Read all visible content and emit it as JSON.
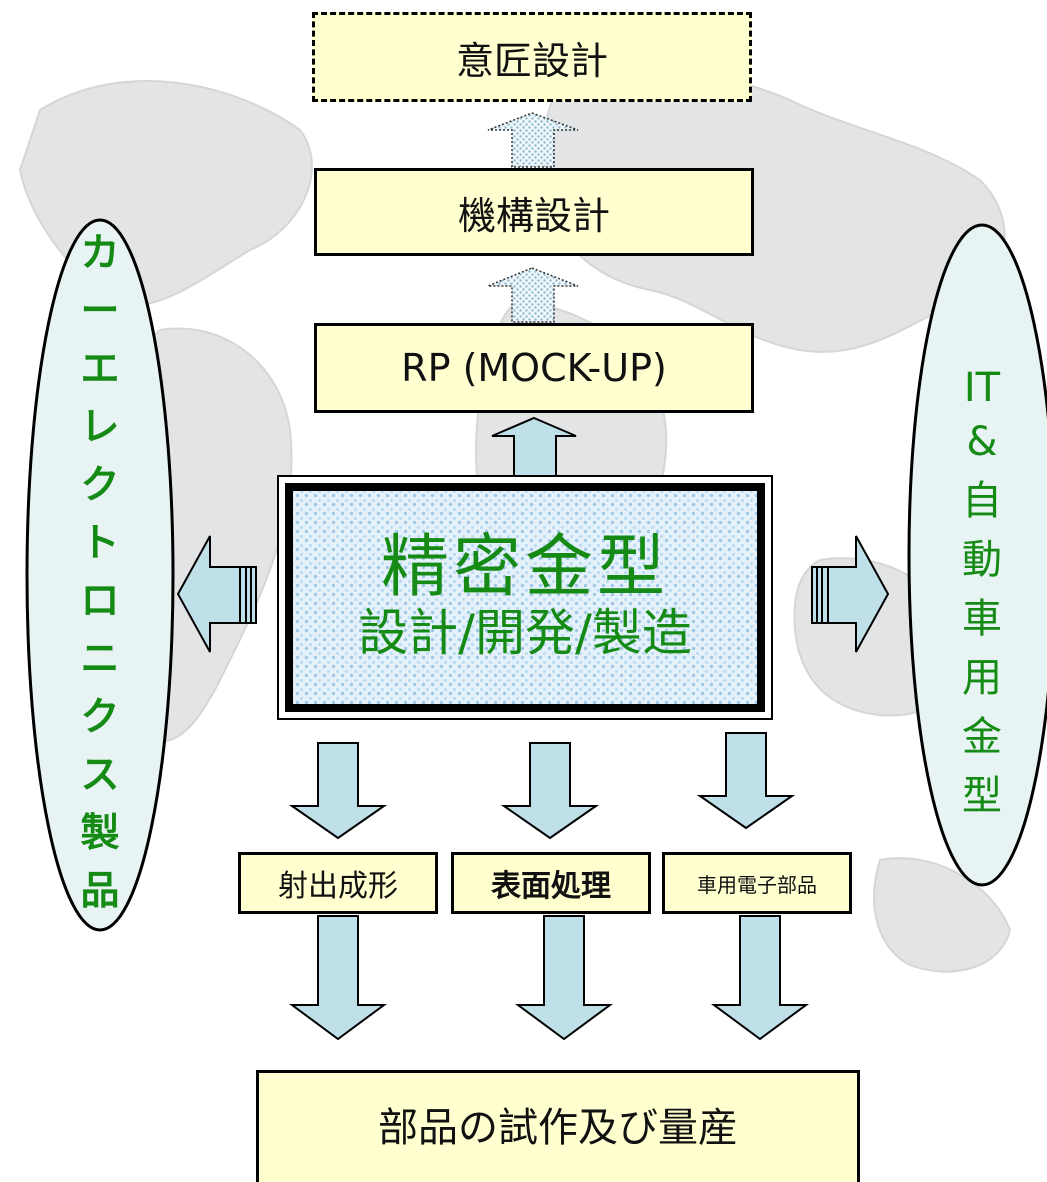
{
  "diagram": {
    "design_top": "意匠設計",
    "mechanism_design": "機構設計",
    "rapid_prototype": "RP (MOCK-UP)",
    "core": {
      "title": "精密金型",
      "subtitle": "設計/開発/製造"
    },
    "processes": [
      "射出成形",
      "表面処理",
      "車用電子部品"
    ],
    "output": "部品の試作及び量産",
    "left_oval_chars": [
      "カ",
      "ー",
      "エ",
      "レ",
      "ク",
      "ト",
      "ロ",
      "ニ",
      "ク",
      "ス",
      "製",
      "品"
    ],
    "right_oval_chars": [
      "I",
      "T",
      "&",
      "自",
      "動",
      "車",
      "用",
      "金",
      "型"
    ]
  },
  "colors": {
    "box_fill": "#ffffd0",
    "arrow_fill": "#bfe0e8",
    "oval_fill": "#e8f4f4",
    "text_green": "#158a15",
    "core_pattern": "#9fc8e8"
  }
}
